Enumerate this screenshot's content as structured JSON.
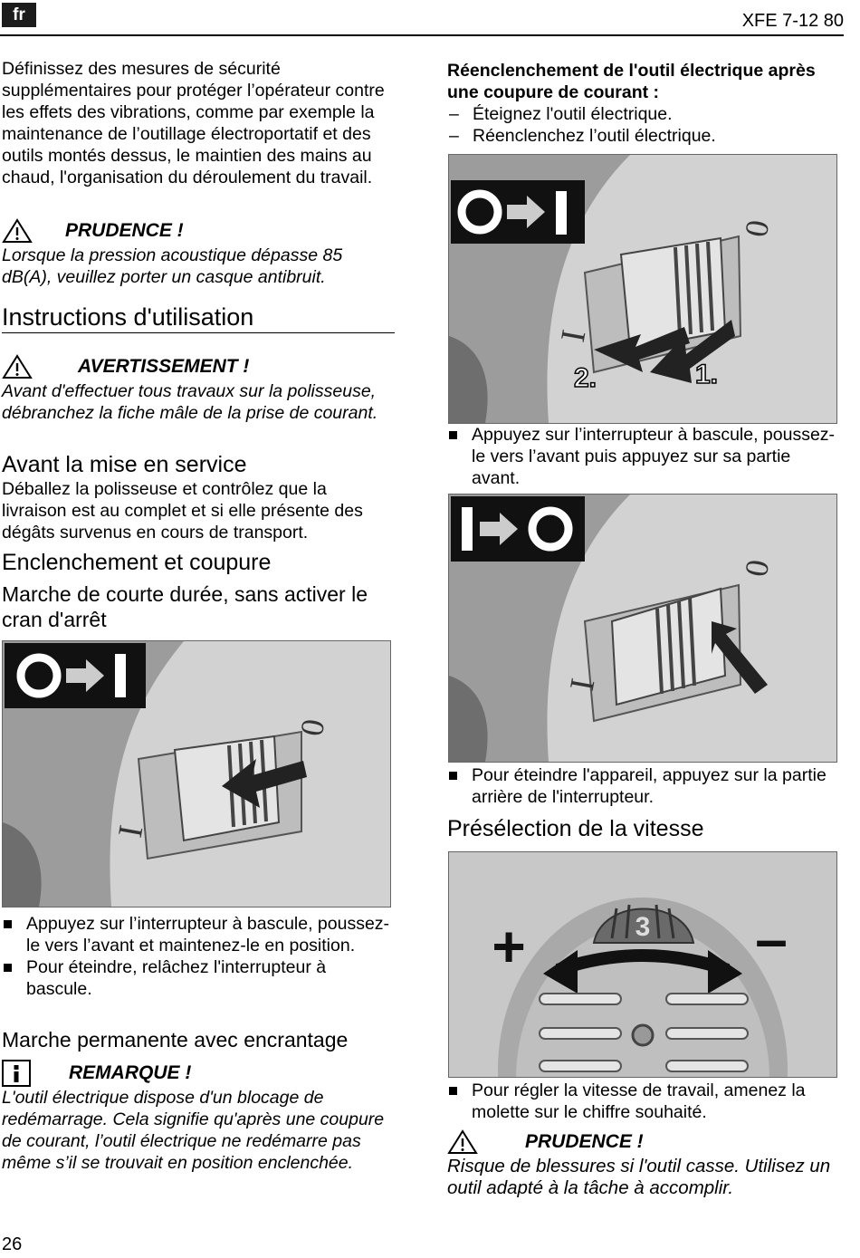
{
  "header": {
    "lang": "fr",
    "doc_id": "XFE 7-12 80"
  },
  "left": {
    "intro": "Définissez des mesures de sécurité supplémentaires pour protéger l’opérateur contre les effets des vibrations, comme par exemple la maintenance de l’outillage électroportatif et des outils montés dessus, le maintien des mains au chaud, l'organisation du déroulement du travail.",
    "caution1": {
      "label": "PRUDENCE !",
      "text": "Lorsque la pression acoustique dépasse 85 dB(A), veuillez porter un casque antibruit."
    },
    "instr_title": "Instructions d'utilisation",
    "warning": {
      "label": "AVERTISSEMENT !",
      "text": "Avant d'effectuer tous travaux sur la polisseuse, débranchez la fiche mâle de la prise de courant."
    },
    "before_title": "Avant la mise en service",
    "before_text": "Déballez la polisseuse et contrôlez que la livraison est au complet et si elle présente des dégâts survenus en cours de transport.",
    "onoff_title": "Enclenchement et coupure",
    "short_title": "Marche de courte durée, sans activer le cran d'arrêt",
    "fig1": {
      "mark_i": "I",
      "mark_o": "0"
    },
    "bullets": [
      "Appuyez sur l’interrupteur à bascule, poussez-le vers l’avant et maintenez-le en position.",
      "Pour éteindre, relâchez l'interrupteur à bascule."
    ],
    "perm_title": "Marche permanente avec encrantage",
    "note": {
      "label": "REMARQUE !",
      "text": "L'outil électrique dispose d'un blocage de redémarrage. Cela signifie qu'après une coupure de courant, l’outil électrique ne redémarre pas même s’il se trouvait en position enclenchée."
    }
  },
  "right": {
    "restart_title": "Réenclenchement de l'outil électrique après une coupure de courant :",
    "restart_steps": [
      "Éteignez l'outil électrique.",
      "Réenclenchez l’outil électrique."
    ],
    "fig2": {
      "step2": "2.",
      "step1": "1.",
      "mark_i": "I",
      "mark_o": "0"
    },
    "bullet1": "Appuyez sur l’interrupteur à bascule, poussez-le vers l’avant puis appuyez sur sa partie avant.",
    "fig3": {
      "mark_i": "I",
      "mark_o": "0"
    },
    "bullet2": "Pour éteindre l'appareil, appuyez sur la partie arrière de l'interrupteur.",
    "speed_title": "Présélection de la vitesse",
    "fig4": {
      "dial": "3",
      "plus": "+",
      "minus": "–"
    },
    "bullet3": "Pour régler la vitesse de travail, amenez la molette sur le chiffre souhaité.",
    "caution2": {
      "label": "PRUDENCE !",
      "text": "Risque de blessures si l'outil casse. Utilisez un outil adapté à la tâche à accomplir."
    }
  },
  "footer": {
    "page": "26"
  }
}
